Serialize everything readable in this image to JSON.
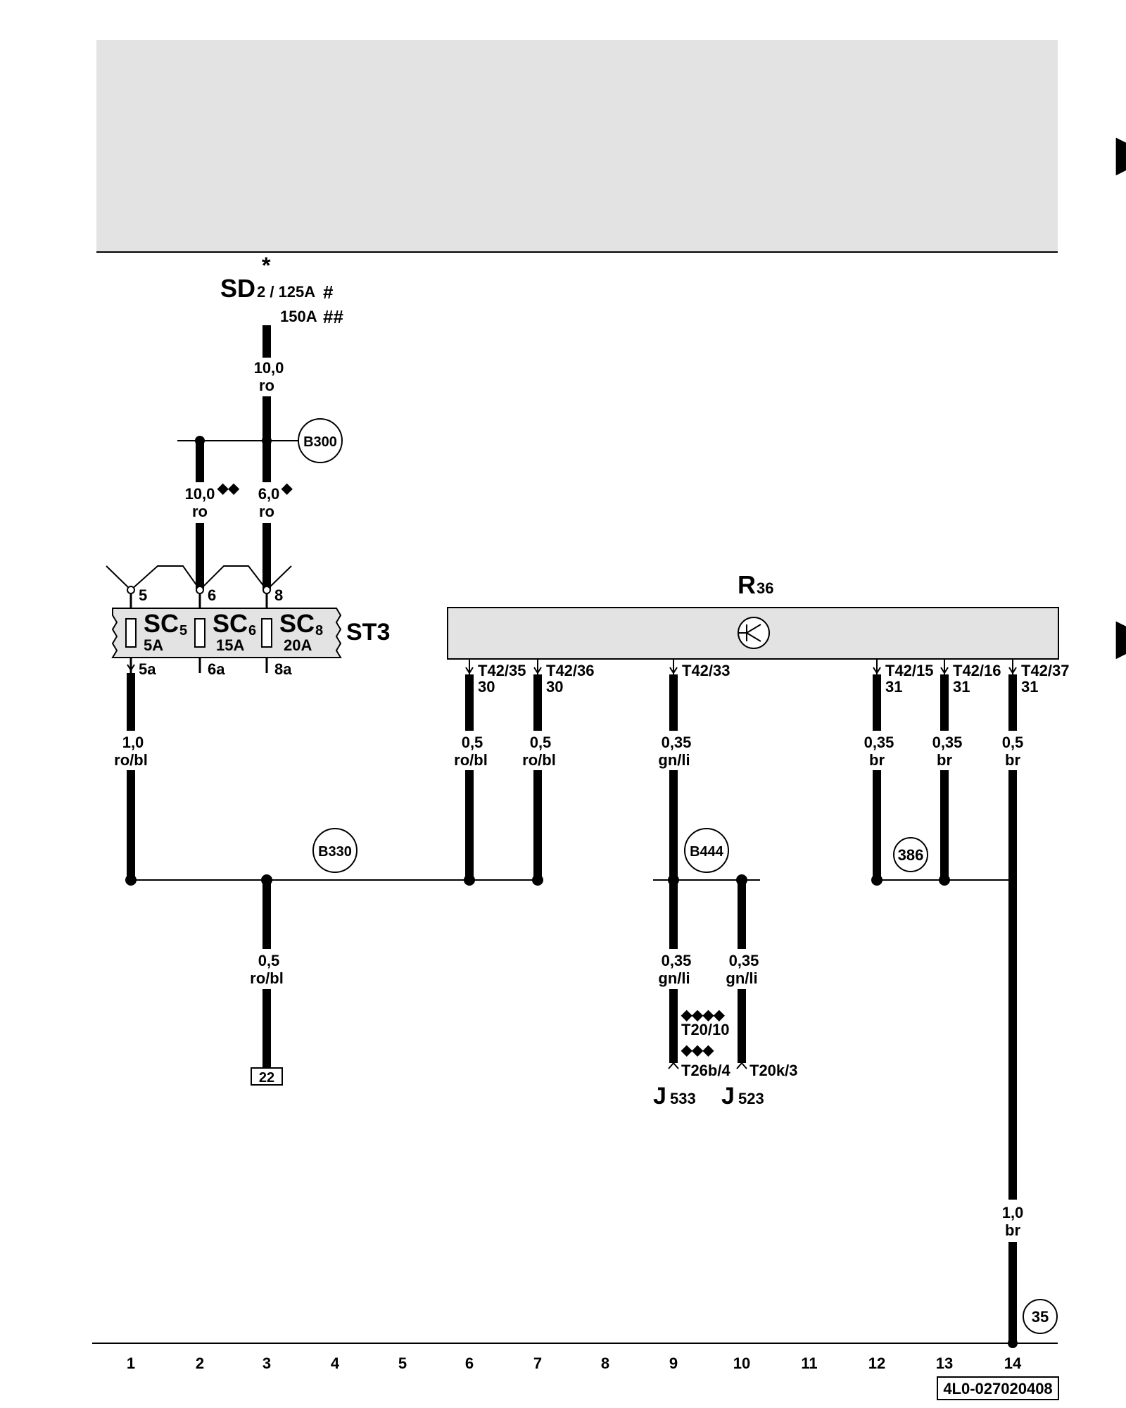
{
  "top_arrows": [
    "►",
    "►"
  ],
  "supply": {
    "star": "*",
    "sd": "SD",
    "sd_sub": "2 / 125A",
    "hash1": "#",
    "alt_rating": "150A",
    "hash2": "##",
    "wire_size": "10,0",
    "wire_color": "ro"
  },
  "junctions": {
    "b300": "B300",
    "b330": "B330",
    "b444": "B444",
    "c386": "386",
    "c35": "35",
    "ref22": "22"
  },
  "upper_wires": [
    {
      "size": "10,0",
      "mark": "◆◆",
      "color": "ro"
    },
    {
      "size": "6,0",
      "mark": "◆",
      "color": "ro"
    }
  ],
  "fuses": {
    "pins_top": [
      "5",
      "6",
      "8"
    ],
    "pins_bottom": [
      "5a",
      "6a",
      "8a"
    ],
    "items": [
      {
        "name": "SC",
        "num": "5",
        "rating": "5A"
      },
      {
        "name": "SC",
        "num": "6",
        "rating": "15A"
      },
      {
        "name": "SC",
        "num": "8",
        "rating": "20A"
      }
    ],
    "carrier": "ST3"
  },
  "radio": {
    "name": "R",
    "num": "36",
    "pins": [
      {
        "pin": "T42/35",
        "term": "30"
      },
      {
        "pin": "T42/36",
        "term": "30"
      },
      {
        "pin": "T42/33",
        "term": ""
      },
      {
        "pin": "T42/15",
        "term": "31"
      },
      {
        "pin": "T42/16",
        "term": "31"
      },
      {
        "pin": "T42/37",
        "term": "31"
      }
    ]
  },
  "wires": [
    {
      "size": "1,0",
      "color": "ro/bl"
    },
    {
      "size": "0,5",
      "color": "ro/bl"
    },
    {
      "size": "0,5",
      "color": "ro/bl"
    },
    {
      "size": "0,35",
      "color": "gn/li"
    },
    {
      "size": "0,35",
      "color": "br"
    },
    {
      "size": "0,35",
      "color": "br"
    },
    {
      "size": "0,5",
      "color": "br"
    }
  ],
  "lower_wires": [
    {
      "size": "0,5",
      "color": "ro/bl"
    },
    {
      "size": "0,35",
      "color": "gn/li"
    },
    {
      "size": "0,35",
      "color": "gn/li"
    },
    {
      "size": "1,0",
      "color": "br"
    }
  ],
  "connectors": {
    "mark4": "◆◆◆◆",
    "t20": "T20/10",
    "mark3": "◆◆◆",
    "t26": "T26b/4",
    "t20k": "T20k/3",
    "j533_letter": "J",
    "j533_num": "533",
    "j523_letter": "J",
    "j523_num": "523"
  },
  "axis": [
    "1",
    "2",
    "3",
    "4",
    "5",
    "6",
    "7",
    "8",
    "9",
    "10",
    "11",
    "12",
    "13",
    "14"
  ],
  "doc_code": "4L0-027020408",
  "colors": {
    "header": "#e3e3e3",
    "component": "#e3e3e3",
    "wire": "#000000"
  }
}
